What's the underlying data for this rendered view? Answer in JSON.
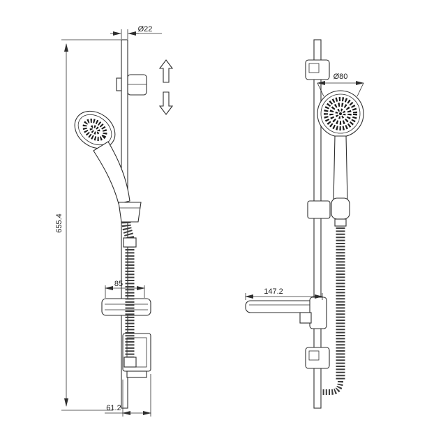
{
  "meta": {
    "background": "#ffffff",
    "line_color": "#2e2e2e",
    "drawing_type": "shower slide bar set, two orthographic views"
  },
  "front_view": {
    "dims": {
      "rail_diameter": "Ø22",
      "overall_height": "655.4",
      "soap_dish_depth": "85",
      "bracket_offset": "61.2"
    },
    "icons": {
      "up_arrow": "hollow-up-arrow",
      "down_arrow": "hollow-down-arrow"
    }
  },
  "side_view": {
    "dims": {
      "head_diameter": "Ø80",
      "soap_dish_width": "147.2"
    }
  }
}
